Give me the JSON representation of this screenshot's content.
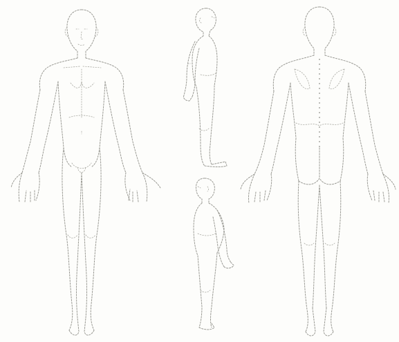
{
  "figure": {
    "views": [
      {
        "id": "anterior",
        "icon": "body-front-view-icon"
      },
      {
        "id": "lateral-right",
        "icon": "body-side-view-icon"
      },
      {
        "id": "lateral-left",
        "icon": "body-side-view-icon"
      },
      {
        "id": "posterior",
        "icon": "body-back-view-icon"
      }
    ],
    "colors": {
      "background": "#fdfdfb",
      "outline": "#9a9a94"
    }
  }
}
